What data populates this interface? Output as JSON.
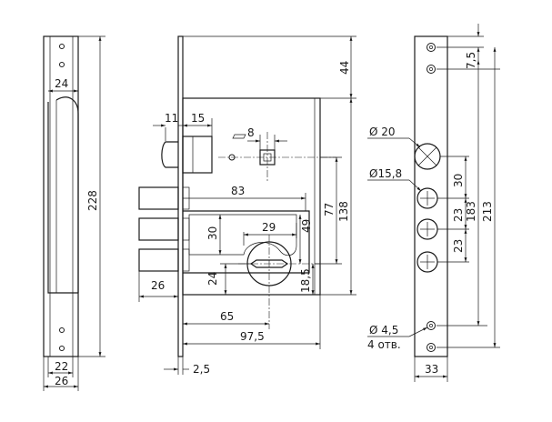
{
  "views": {
    "side": {
      "dims": {
        "top_width": "24",
        "height": "228",
        "bottom_inner": "22",
        "bottom_outer": "26"
      }
    },
    "front": {
      "dims": {
        "d11": "11",
        "d15": "15",
        "square": "8",
        "d44": "44",
        "d83": "83",
        "d77": "77",
        "d138": "138",
        "d30": "30",
        "d29": "29",
        "d49": "49",
        "d24": "24",
        "d26": "26",
        "d18_5": "18,5",
        "d65": "65",
        "d97_5": "97,5",
        "d2_5": "2,5"
      }
    },
    "faceplate": {
      "dims": {
        "d7_5": "7,5",
        "dia20": "Ø 20",
        "dia15_8": "Ø15,8",
        "d30": "30",
        "d23a": "23",
        "d23b": "23",
        "d183": "183",
        "d213": "213",
        "dia4_5": "Ø 4,5",
        "holes": "4 отв.",
        "d33": "33"
      }
    }
  }
}
